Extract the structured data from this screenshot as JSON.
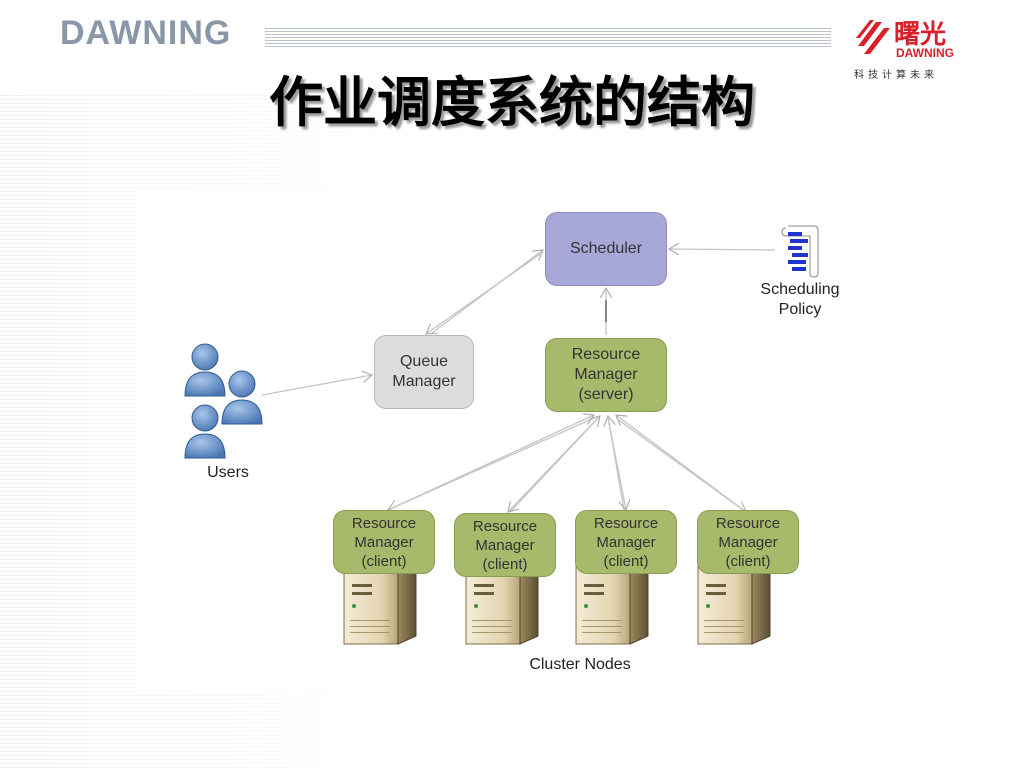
{
  "header": {
    "brand_left": "DAWNING",
    "brand_right_cn": "曙光",
    "brand_right_en": "DAWNING",
    "brand_slogan": "科技计算未来",
    "title": "作业调度系统的结构"
  },
  "diagram": {
    "scheduler": "Scheduler",
    "scheduling_policy": "Scheduling\nPolicy",
    "queue_manager": "Queue\nManager",
    "rm_server": "Resource\nManager\n(server)",
    "users": "Users",
    "clients": [
      "Resource\nManager\n(client)",
      "Resource\nManager\n(client)",
      "Resource\nManager\n(client)",
      "Resource\nManager\n(client)"
    ],
    "cluster_nodes": "Cluster Nodes"
  },
  "colors": {
    "scheduler": "#a8a8d8",
    "resource_manager": "#a7b96a",
    "queue_manager": "#dcdcdc",
    "brand_red": "#d8202a",
    "brand_gray": "#8a97a8",
    "user_blue": "#5b88c0"
  },
  "icons": [
    "users-icon",
    "scheduling-policy-icon",
    "server-icon",
    "dawning-logo-icon"
  ]
}
